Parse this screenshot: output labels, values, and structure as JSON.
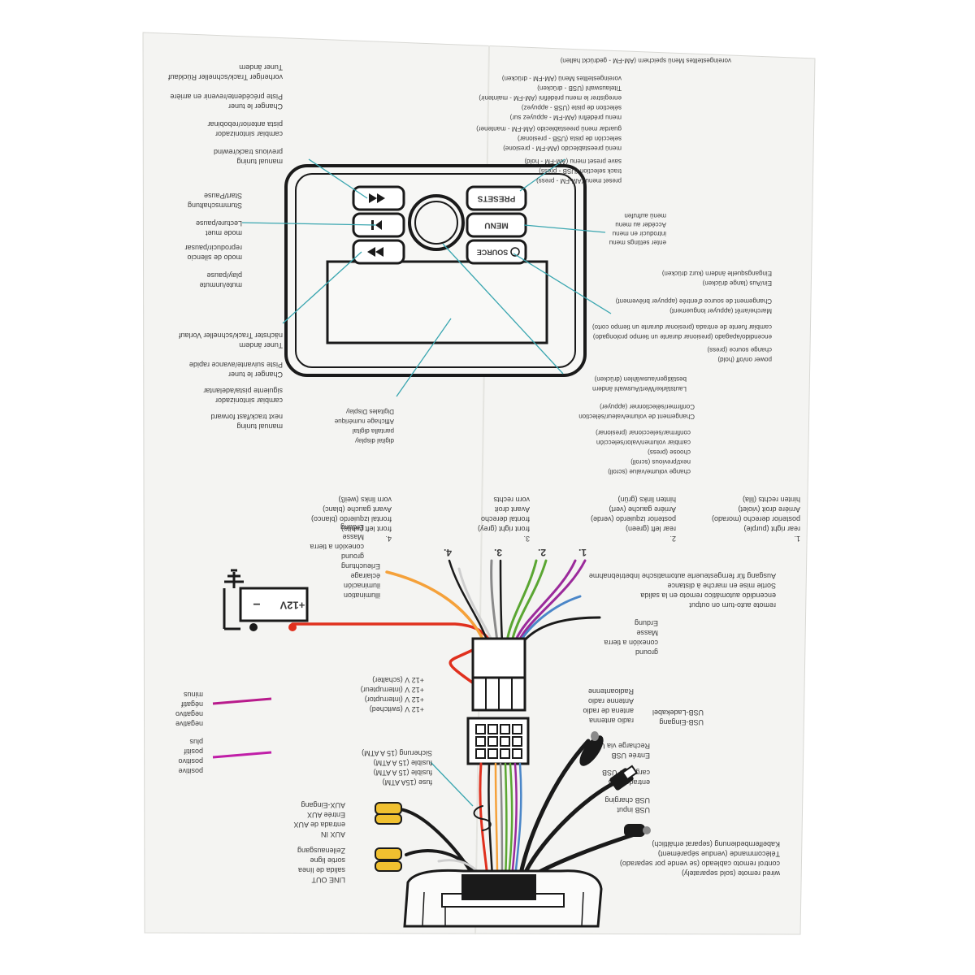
{
  "head_unit": {
    "buttons": {
      "presets": "PRESETS",
      "menu": "MENU",
      "source": "SOURCE"
    }
  },
  "top_left_labels": {
    "prev_tuner": [
      "Tuner ändern",
      "vorheriger Track/schneller Rücklauf"
    ],
    "prev_fr": [
      "Piste précédente/revenir en arrière",
      "Changer le tuner"
    ],
    "prev_es": [
      "pista anterior/rebobinar",
      "cambiar sintonizador"
    ],
    "prev_en": [
      "previous track/rewind",
      "manual tuning"
    ],
    "play_de": [
      "Start/Pause",
      "Stummschaltung"
    ],
    "play_fr": [
      "Lecture/pause",
      "mode muet"
    ],
    "play_es": [
      "reproducir/pausar",
      "modo de silencio"
    ],
    "play_en": [
      "play/pause",
      "mute/unmute"
    ],
    "next_de": [
      "nächster Track/schneller Vorlauf",
      "Tuner ändern"
    ],
    "next_fr": [
      "Piste suivante/avance rapide",
      "Changer le tuner"
    ],
    "next_es": [
      "siguiente pista/adelantar",
      "cambiar sintonizador"
    ],
    "next_en": [
      "next track/fast forward",
      "manual tuning"
    ]
  },
  "top_right_labels": {
    "presets_de": [
      "voreingestelltes Menü speichern (AM-FM - gedrückt halten)",
      "voreingestelltes Menü (AM-FM - drücken)",
      "Titelauswahl (USB - drücken)"
    ],
    "presets_fr": [
      "enregistrer le menu prédéfini (AM-FM - maintenir)",
      "sélection de piste (USB - appuyez)",
      "menu prédéfini (AM-FM - appuyez sur)"
    ],
    "presets_es": [
      "guardar menú preestablecido (AM-FM - mantener)",
      "selección de pista (USB - presionar)",
      "menú preestablecido (AM-FM - presione)"
    ],
    "presets_en": [
      "save preset menu (AM-FM - hold)",
      "track selection (USB - press)",
      "preset menu (AM-FM - press)"
    ],
    "menu": [
      "enter settings menu",
      "introducir en menu",
      "Accéder au menu",
      "menü aufrufen"
    ],
    "source_de": [
      "Ein/Aus (lange drücken)",
      "Eingangsquelle ändern (kurz drücken)"
    ],
    "source_fr": [
      "Marche/arrêt (appuyer longuement)",
      "Changement de source d'entrée (appuyer brièvement)"
    ],
    "source_es": [
      "encendido/apagado (presionar durante un tiempo prolongado)",
      "cambiar fuente de entrada (presionar durante un tiempo corto)"
    ],
    "source_en": [
      "power on/off (hold)",
      "change source (press)"
    ],
    "knob_de": [
      "Lautstärke/Wert/Auswahl ändern",
      "bestätigen/auswählen (drücken)"
    ],
    "knob_fr": [
      "Changement de volume/valeur/sélection",
      "Confirmer/sélectionner (appuyer)"
    ],
    "knob_es": [
      "cambiar volumen/valor/selección",
      "confirmar/seleccionar (presionar)"
    ],
    "knob_en": [
      "change volume/value (scroll)",
      "next/previous (scroll)",
      "choose (press)"
    ],
    "display": [
      "digital display",
      "pantalla digital",
      "Affichage numérique",
      "Digitales Display"
    ]
  },
  "speaker_labels": {
    "s1": [
      "1.",
      "rear right (purple)",
      "posterior derecho (morado)",
      "Arrière droit (violet)",
      "hinten rechts (lila)"
    ],
    "s2": [
      "2.",
      "rear left (green)",
      "posterior izquierdo (verde)",
      "Arrière gauche (vert)",
      "hinten links (grün)"
    ],
    "s3": [
      "3.",
      "front right (grey)",
      "frontal derecho",
      "Avant droit",
      "vorn rechts"
    ],
    "s4": [
      "4.",
      "front left (white)",
      "frontal izquierdo (blanco)",
      "Avant gauche (blanc)",
      "vorn links (weiß)"
    ],
    "wire_numbers": [
      "1.",
      "2.",
      "3.",
      "4."
    ]
  },
  "ground_label": [
    "ground",
    "conexión a tierra",
    "Masse",
    "Erdung"
  ],
  "illumination_label": [
    "illumination",
    "iluminación",
    "éclairage",
    "Erleuchtung"
  ],
  "remote_label": [
    "remote auto-turn on output",
    "encendido automático remoto en la salida",
    "Sortie mise en marche à distance",
    "Ausgang für ferngesteuerte automatische Inbetriebnahme"
  ],
  "ground_label_right": [
    "ground",
    "conexión a tierra",
    "Masse",
    "Erdung"
  ],
  "power_label": [
    "+12 V (switched)",
    "+12 V (interruptor)",
    "+12 V (interrupteur)",
    "+12 V (schalter)"
  ],
  "battery": {
    "label": "+12V",
    "minus": "−"
  },
  "antenna_label": [
    "radio antenna",
    "antena de radio",
    "Antenne radio",
    "Radioantenne"
  ],
  "usb_charge_label": [
    "USB-Ladekabel",
    "USB-Eingang"
  ],
  "usb_labels": [
    "USB input",
    "USB charging",
    "entrada USB",
    "carga por USB",
    "Entrée USB",
    "Recharge via USB"
  ],
  "fuse_label": [
    "fuse (15A ATM)",
    "fusible (15 A ATM)",
    "fusible (15 A ATM)",
    "Sicherung (15 A ATM)"
  ],
  "wired_remote_label": [
    "wired remote (sold separately)",
    "control remoto cableado (se vende por separado)",
    "Télécommande (vendue séparément)",
    "Kabelfernbedienung (separat erhältlich)"
  ],
  "aux_label": [
    "AUX IN",
    "entrada de AUX",
    "Entrée AUX",
    "AUX-Eingang"
  ],
  "line_out_label": [
    "LINE OUT",
    "salida de línea",
    "sortie ligne",
    "Zeilenausgang"
  ],
  "legend": {
    "negative": [
      "negative",
      "negativo",
      "négatif",
      "minus"
    ],
    "positive": [
      "positive",
      "positivo",
      "positif",
      "plus"
    ],
    "negative_color": "#b81b8c",
    "positive_color": "#c01ea8"
  },
  "colors": {
    "teal_leader": "#3aa6b0",
    "orange": "#f5a13a",
    "red": "#e0301e",
    "purple": "#9b2a9b",
    "green": "#5aa632",
    "grey": "#8a8a8a",
    "blue": "#4a86c8",
    "black": "#1a1a1a"
  }
}
